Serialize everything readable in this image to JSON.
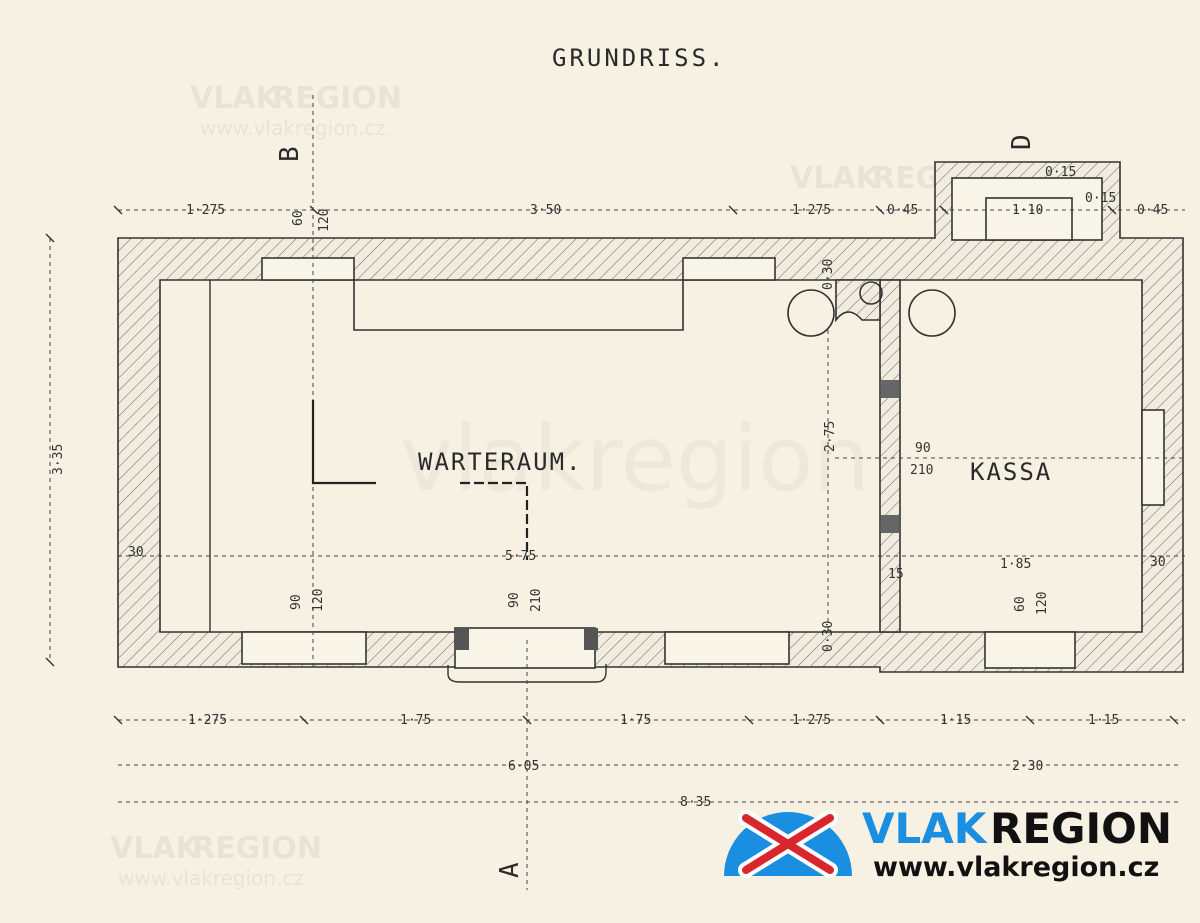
{
  "title": "GRUNDRISS.",
  "rooms": {
    "waiting": "WARTERAUM.",
    "ticket": "KASSA"
  },
  "section_marks": {
    "a": "A",
    "b": "B",
    "d": "D"
  },
  "dimensions": {
    "top": [
      "1·275",
      "3·50",
      "1·275",
      "0·45",
      "1·10",
      "0·45"
    ],
    "top_small": [
      "0·15",
      "0·15"
    ],
    "window_top": [
      "60",
      "120"
    ],
    "wall_top": "0·30",
    "left_height": "3·35",
    "inner_height": "2·75",
    "inner_width_left": "5·75",
    "inner_width_right": "1·85",
    "left_wall": "30",
    "right_wall": "30",
    "partition": "15",
    "door_partition": [
      "90",
      "210"
    ],
    "window_front_left": [
      "90",
      "120"
    ],
    "door_front": [
      "90",
      "210"
    ],
    "window_kassa": [
      "60",
      "120"
    ],
    "wall_bottom": "0·30",
    "bottom": [
      "1·275",
      "1·75",
      "1·75",
      "1·275",
      "1·15",
      "1·15"
    ],
    "total_left": "6·05",
    "total_right": "2·30",
    "total": "8·35"
  },
  "watermark": {
    "brand_a": "VLAK",
    "brand_b": "REGION",
    "url": "www.vlakregion.cz",
    "text": "vlakregion",
    "brand_color": "#1a8ee0",
    "dark_color": "#111111",
    "mark_red": "#d9262c"
  }
}
